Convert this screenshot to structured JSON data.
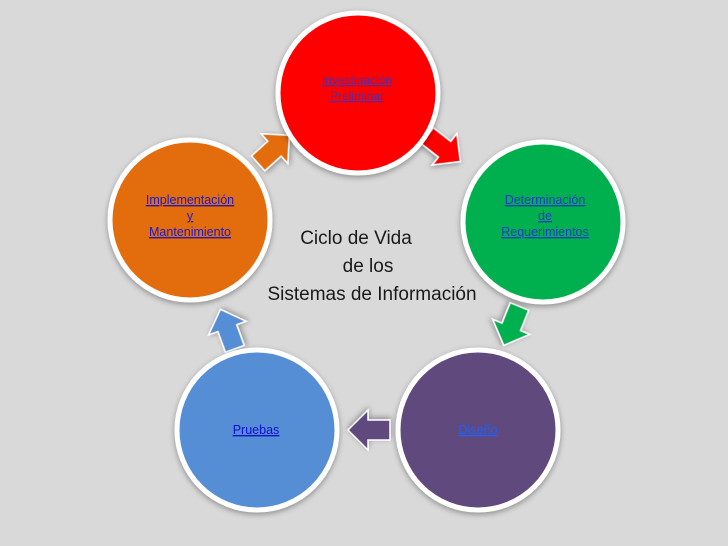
{
  "diagram": {
    "title_lines": [
      "Ciclo de Vida",
      "de los",
      "Sistemas de Información"
    ],
    "nodes": [
      {
        "id": "investigacion",
        "lines": [
          "Investigación",
          "Preliminar"
        ],
        "color": "#ff0000",
        "link_color": "#4b2fb0"
      },
      {
        "id": "determinacion",
        "lines": [
          "Determinación",
          "de",
          "Requerimientos"
        ],
        "color": "#00b050",
        "link_color": "#1f3cc8"
      },
      {
        "id": "diseno",
        "lines": [
          "Diseño"
        ],
        "color": "#604a7b",
        "link_color": "#1f5fff"
      },
      {
        "id": "pruebas",
        "lines": [
          "Pruebas"
        ],
        "color": "#558ed5",
        "link_color": "#1010d0"
      },
      {
        "id": "implementacion",
        "lines": [
          "Implementación",
          "y",
          "Mantenimiento"
        ],
        "color": "#e36c09",
        "link_color": "#1a1acc"
      }
    ],
    "arrows": [
      {
        "from": "investigacion",
        "to": "determinacion",
        "color": "#ff0000"
      },
      {
        "from": "determinacion",
        "to": "diseno",
        "color": "#00b050"
      },
      {
        "from": "diseno",
        "to": "pruebas",
        "color": "#604a7b"
      },
      {
        "from": "pruebas",
        "to": "implementacion",
        "color": "#558ed5"
      },
      {
        "from": "implementacion",
        "to": "investigacion",
        "color": "#e36c09"
      }
    ]
  }
}
